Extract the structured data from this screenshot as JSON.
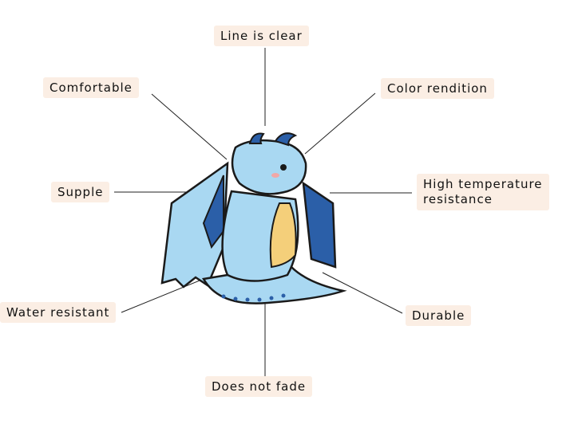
{
  "features": [
    {
      "id": "line-is-clear",
      "text": "Line is clear"
    },
    {
      "id": "comfortable",
      "text": "Comfortable"
    },
    {
      "id": "color-rendition",
      "text": "Color rendition"
    },
    {
      "id": "supple",
      "text": "Supple"
    },
    {
      "id": "high-temperature",
      "text": "High temperature\nresistance"
    },
    {
      "id": "water-resistant",
      "text": "Water resistant"
    },
    {
      "id": "durable",
      "text": "Durable"
    },
    {
      "id": "does-not-fade",
      "text": "Does not fade"
    }
  ],
  "colors": {
    "label_bg": "#fbeee4",
    "dragon_body": "#a9d8f2",
    "dragon_dark": "#2b5fa8",
    "belly": "#f4cf7a",
    "outline": "#1a1a1a"
  }
}
